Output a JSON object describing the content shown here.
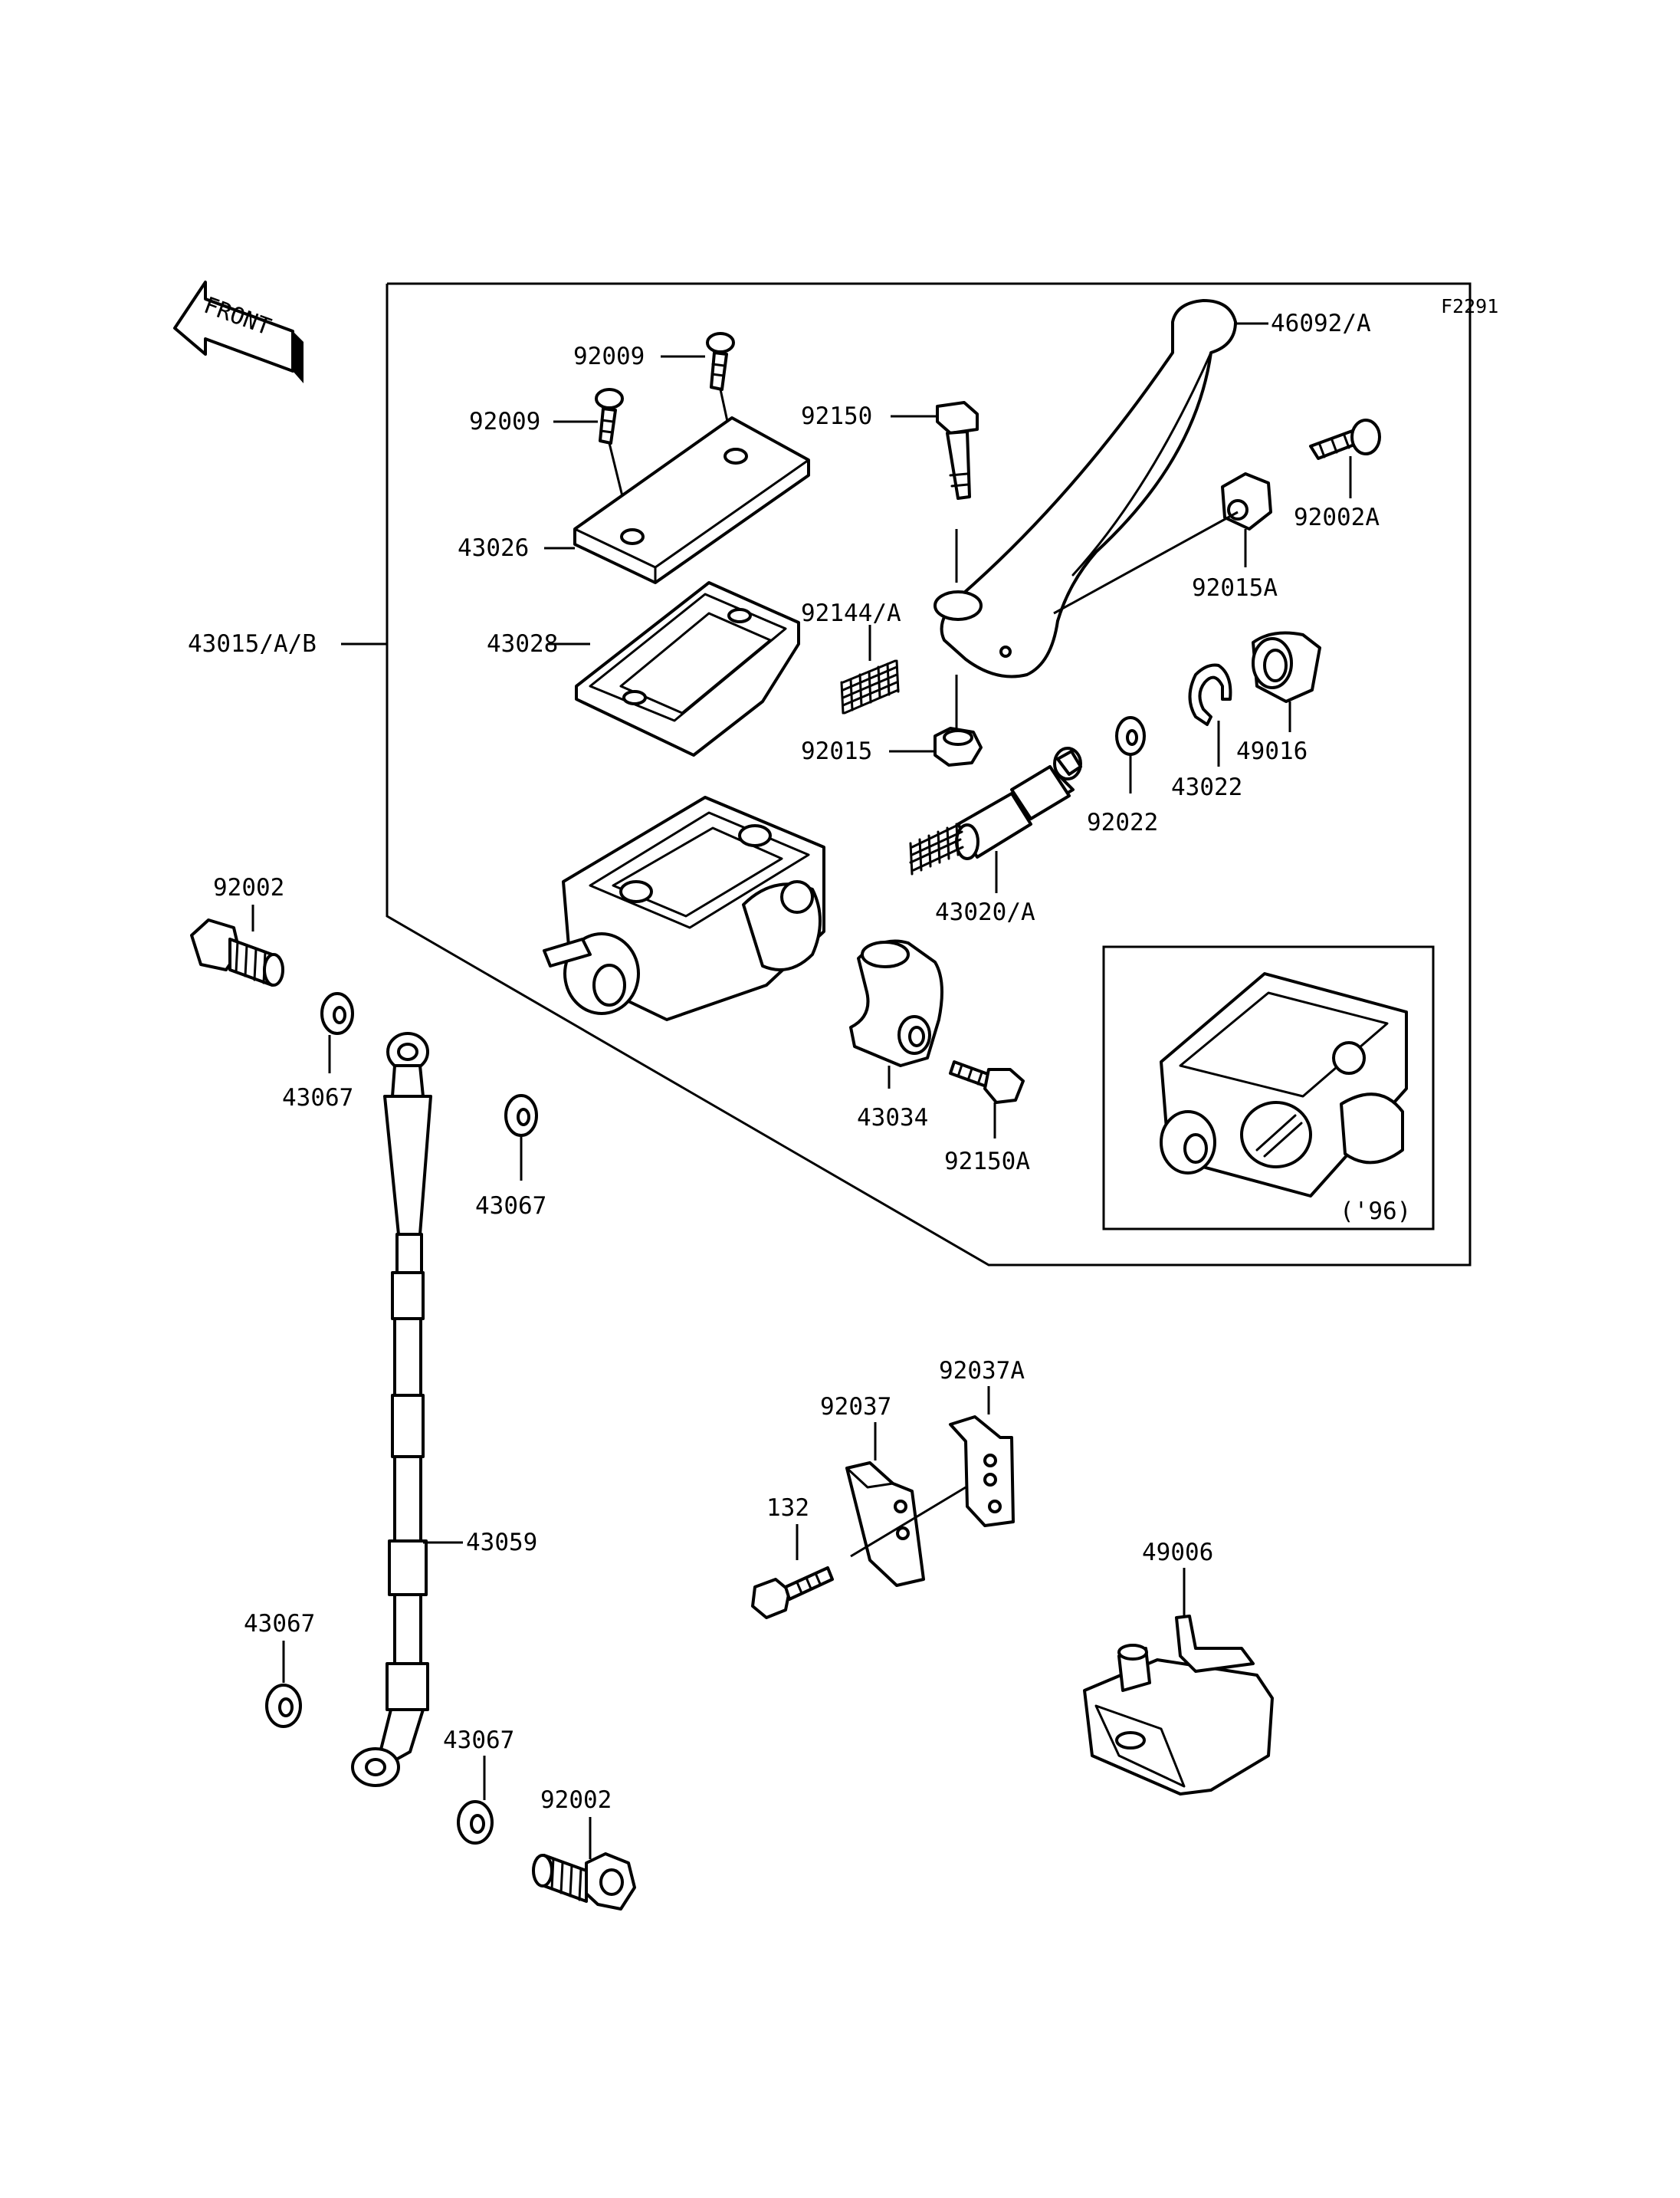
{
  "figure_code": "F2291",
  "front_label": "FRONT",
  "inset_label": "('96)",
  "callouts": {
    "lever": "46092/A",
    "screw_right": "92009",
    "screw_left": "92009",
    "bolt_pivot": "92150",
    "bolt_small": "92002A",
    "cap": "43026",
    "nut_right": "92015A",
    "assembly": "43015/A/B",
    "spring_lever": "92144/A",
    "diaphragm": "43028",
    "boot": "49016",
    "nut_pivot": "92015",
    "circlip": "43022",
    "washer_piston": "92022",
    "piston_set": "43020/A",
    "banjo_bolt_top": "92002",
    "washer_top_left": "43067",
    "washer_top_mid": "43067",
    "holder": "43034",
    "holder_bolt": "92150A",
    "clamp_right": "92037A",
    "clamp_left": "92037",
    "clamp_bolt": "132",
    "hose": "43059",
    "switch": "49006",
    "washer_bottom_left": "43067",
    "washer_bottom_mid": "43067",
    "banjo_bolt_bottom": "92002"
  }
}
